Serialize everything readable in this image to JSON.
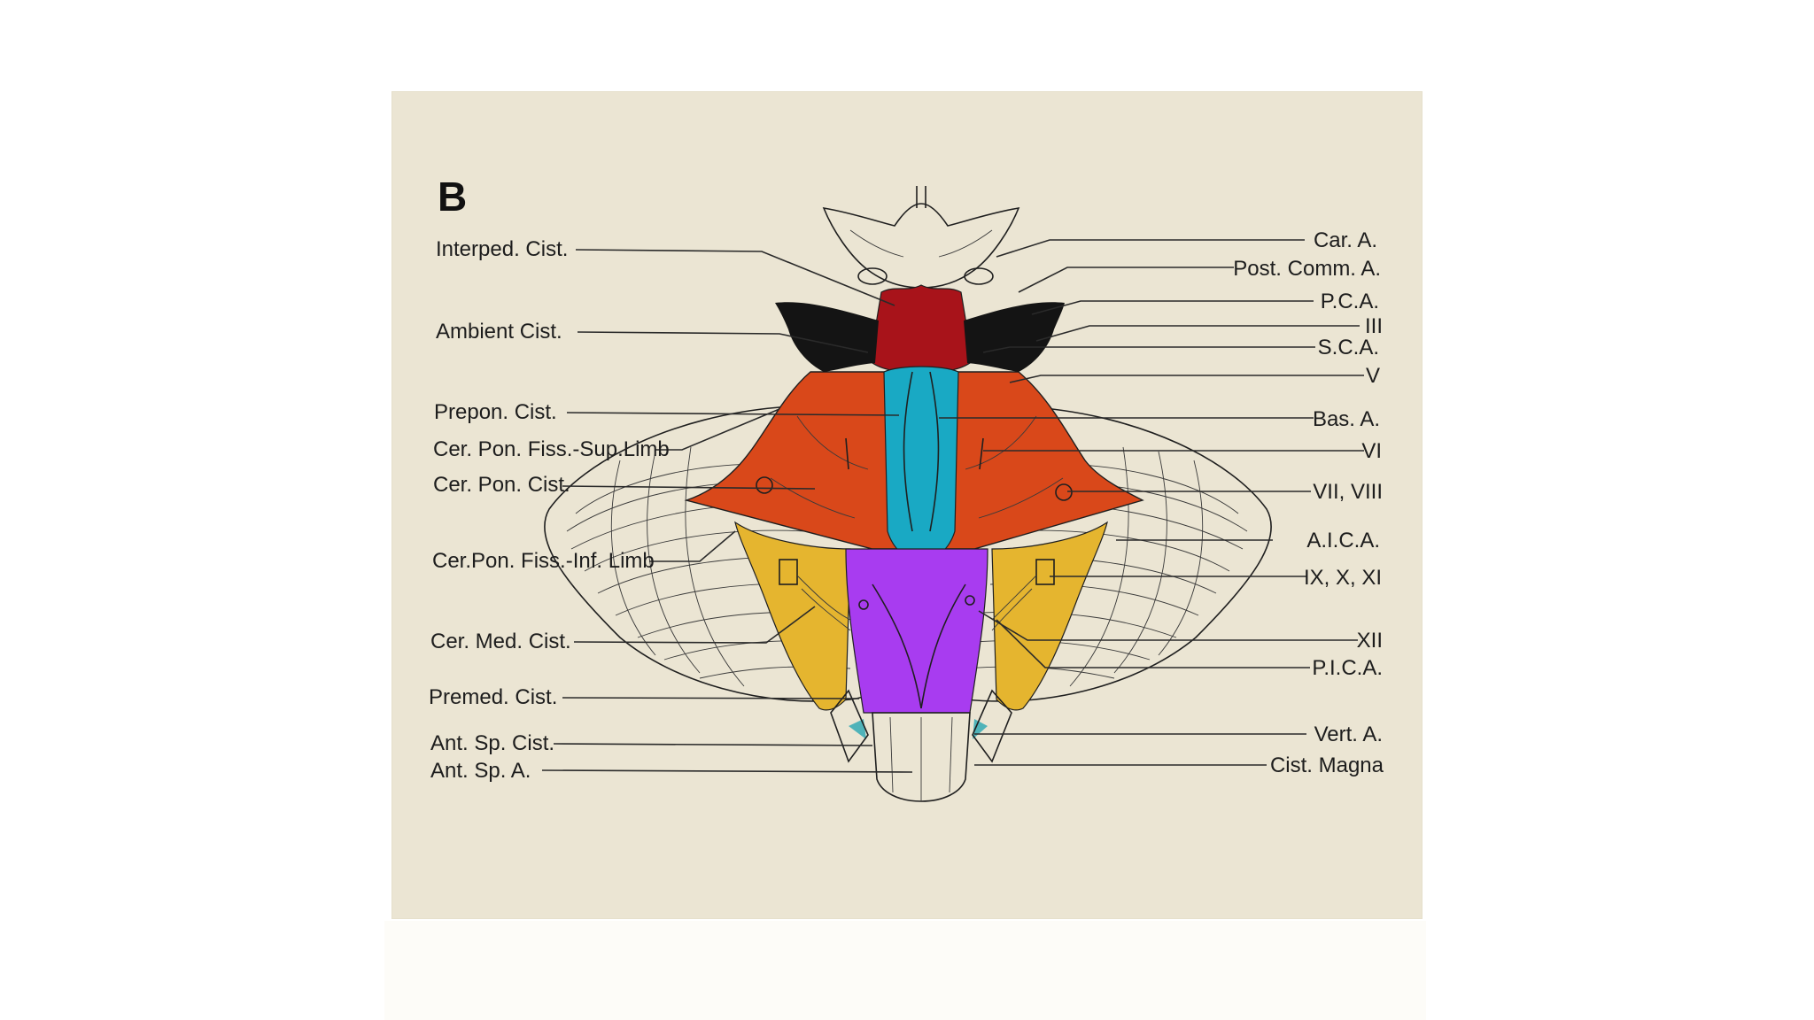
{
  "figure": {
    "panel_letter": "B",
    "colors": {
      "background": "#ebe5d3",
      "interpeduncular_cistern": "#a8131a",
      "ambient_cistern": "#141414",
      "prepontine_cistern": "#19a9c4",
      "cerebellopontine_cistern": "#d9481a",
      "cerebellomedullary_cistern": "#e5b52f",
      "premedullary_cistern": "#a83cf0",
      "spinal_cistern": "#4fb3b9"
    },
    "labels_left": [
      "Interped. Cist.",
      "Ambient Cist.",
      "Prepon. Cist.",
      "Cer. Pon. Fiss.-Sup.Limb",
      "Cer. Pon. Cist.",
      "Cer.Pon. Fiss.-Inf. Limb",
      "Cer. Med. Cist.",
      "Premed. Cist.",
      "Ant. Sp. Cist.",
      "Ant. Sp. A."
    ],
    "labels_right": [
      "Car. A.",
      "Post. Comm. A.",
      "P.C.A.",
      "III",
      "S.C.A.",
      "V",
      "Bas. A.",
      "VI",
      "VII, VIII",
      "A.I.C.A.",
      "IX, X, XI",
      "XII",
      "P.I.C.A.",
      "Vert. A.",
      "Cist. Magna"
    ]
  }
}
